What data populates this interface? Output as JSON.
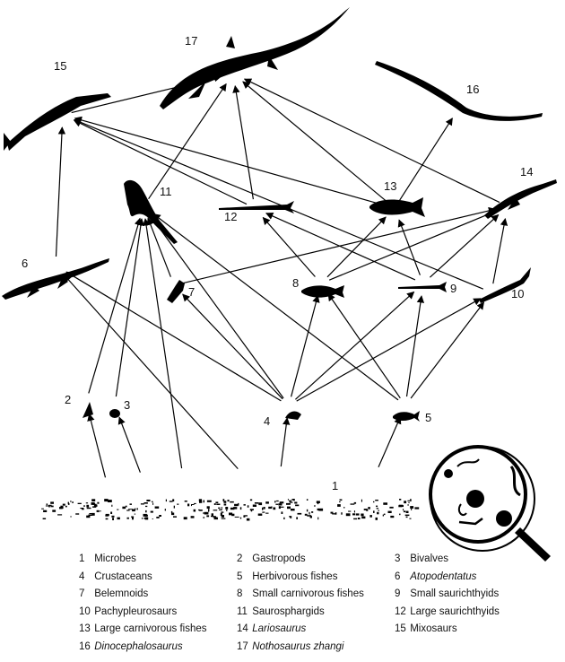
{
  "nodes": [
    {
      "id": 1,
      "label": "1",
      "name": "Microbes"
    },
    {
      "id": 2,
      "label": "2",
      "name": "Gastropods"
    },
    {
      "id": 3,
      "label": "3",
      "name": "Bivalves"
    },
    {
      "id": 4,
      "label": "4",
      "name": "Crustaceans"
    },
    {
      "id": 5,
      "label": "5",
      "name": "Herbivorous fishes"
    },
    {
      "id": 6,
      "label": "6",
      "name": "Atopodentatus",
      "italic": true
    },
    {
      "id": 7,
      "label": "7",
      "name": "Belemnoids"
    },
    {
      "id": 8,
      "label": "8",
      "name": "Small carnivorous fishes"
    },
    {
      "id": 9,
      "label": "9",
      "name": "Small saurichthyids"
    },
    {
      "id": 10,
      "label": "10",
      "name": "Pachypleurosaurs"
    },
    {
      "id": 11,
      "label": "11",
      "name": "Saurosphargids"
    },
    {
      "id": 12,
      "label": "12",
      "name": "Large saurichthyids"
    },
    {
      "id": 13,
      "label": "13",
      "name": "Large carnivorous fishes"
    },
    {
      "id": 14,
      "label": "14",
      "name": "Lariosaurus",
      "italic": true
    },
    {
      "id": 15,
      "label": "15",
      "name": "Mixosaurs"
    },
    {
      "id": 16,
      "label": "16",
      "name": "Dinocephalosaurus",
      "italic": true
    },
    {
      "id": 17,
      "label": "17",
      "name": "Nothosaurus zhangi",
      "italic": true
    }
  ],
  "legend": [
    {
      "num": "1",
      "name": "Microbes"
    },
    {
      "num": "2",
      "name": "Gastropods"
    },
    {
      "num": "3",
      "name": "Bivalves"
    },
    {
      "num": "4",
      "name": "Crustaceans"
    },
    {
      "num": "5",
      "name": "Herbivorous fishes"
    },
    {
      "num": "6",
      "name": "Atopodentatus",
      "italic": true
    },
    {
      "num": "7",
      "name": "Belemnoids"
    },
    {
      "num": "8",
      "name": "Small carnivorous fishes"
    },
    {
      "num": "9",
      "name": "Small saurichthyids"
    },
    {
      "num": "10",
      "name": "Pachypleurosaurs"
    },
    {
      "num": "11",
      "name": "Saurosphargids"
    },
    {
      "num": "12",
      "name": "Large saurichthyids"
    },
    {
      "num": "13",
      "name": "Large carnivorous fishes"
    },
    {
      "num": "14",
      "name": "Lariosaurus",
      "italic": true
    },
    {
      "num": "15",
      "name": "Mixosaurs"
    },
    {
      "num": "16",
      "name": "Dinocephalosaurus",
      "italic": true
    },
    {
      "num": "17",
      "name": "Nothosaurus zhangi",
      "italic": true
    }
  ],
  "edges": [
    {
      "from": 1,
      "to": 2
    },
    {
      "from": 1,
      "to": 3
    },
    {
      "from": 1,
      "to": 4
    },
    {
      "from": 1,
      "to": 5
    },
    {
      "from": 1,
      "to": 6
    },
    {
      "from": 1,
      "to": 11
    },
    {
      "from": 2,
      "to": 11
    },
    {
      "from": 3,
      "to": 11
    },
    {
      "from": 4,
      "to": 6
    },
    {
      "from": 4,
      "to": 7
    },
    {
      "from": 4,
      "to": 8
    },
    {
      "from": 4,
      "to": 9
    },
    {
      "from": 4,
      "to": 10
    },
    {
      "from": 4,
      "to": 11
    },
    {
      "from": 5,
      "to": 8
    },
    {
      "from": 5,
      "to": 9
    },
    {
      "from": 5,
      "to": 10
    },
    {
      "from": 5,
      "to": 11
    },
    {
      "from": 6,
      "to": 15
    },
    {
      "from": 7,
      "to": 11
    },
    {
      "from": 7,
      "to": 14
    },
    {
      "from": 8,
      "to": 12
    },
    {
      "from": 8,
      "to": 13
    },
    {
      "from": 8,
      "to": 14
    },
    {
      "from": 9,
      "to": 12
    },
    {
      "from": 9,
      "to": 13
    },
    {
      "from": 9,
      "to": 14
    },
    {
      "from": 10,
      "to": 14
    },
    {
      "from": 10,
      "to": 15
    },
    {
      "from": 11,
      "to": 17
    },
    {
      "from": 12,
      "to": 15
    },
    {
      "from": 12,
      "to": 17
    },
    {
      "from": 13,
      "to": 15
    },
    {
      "from": 13,
      "to": 16
    },
    {
      "from": 13,
      "to": 17
    },
    {
      "from": 14,
      "to": 17
    },
    {
      "from": 15,
      "to": 17
    }
  ]
}
